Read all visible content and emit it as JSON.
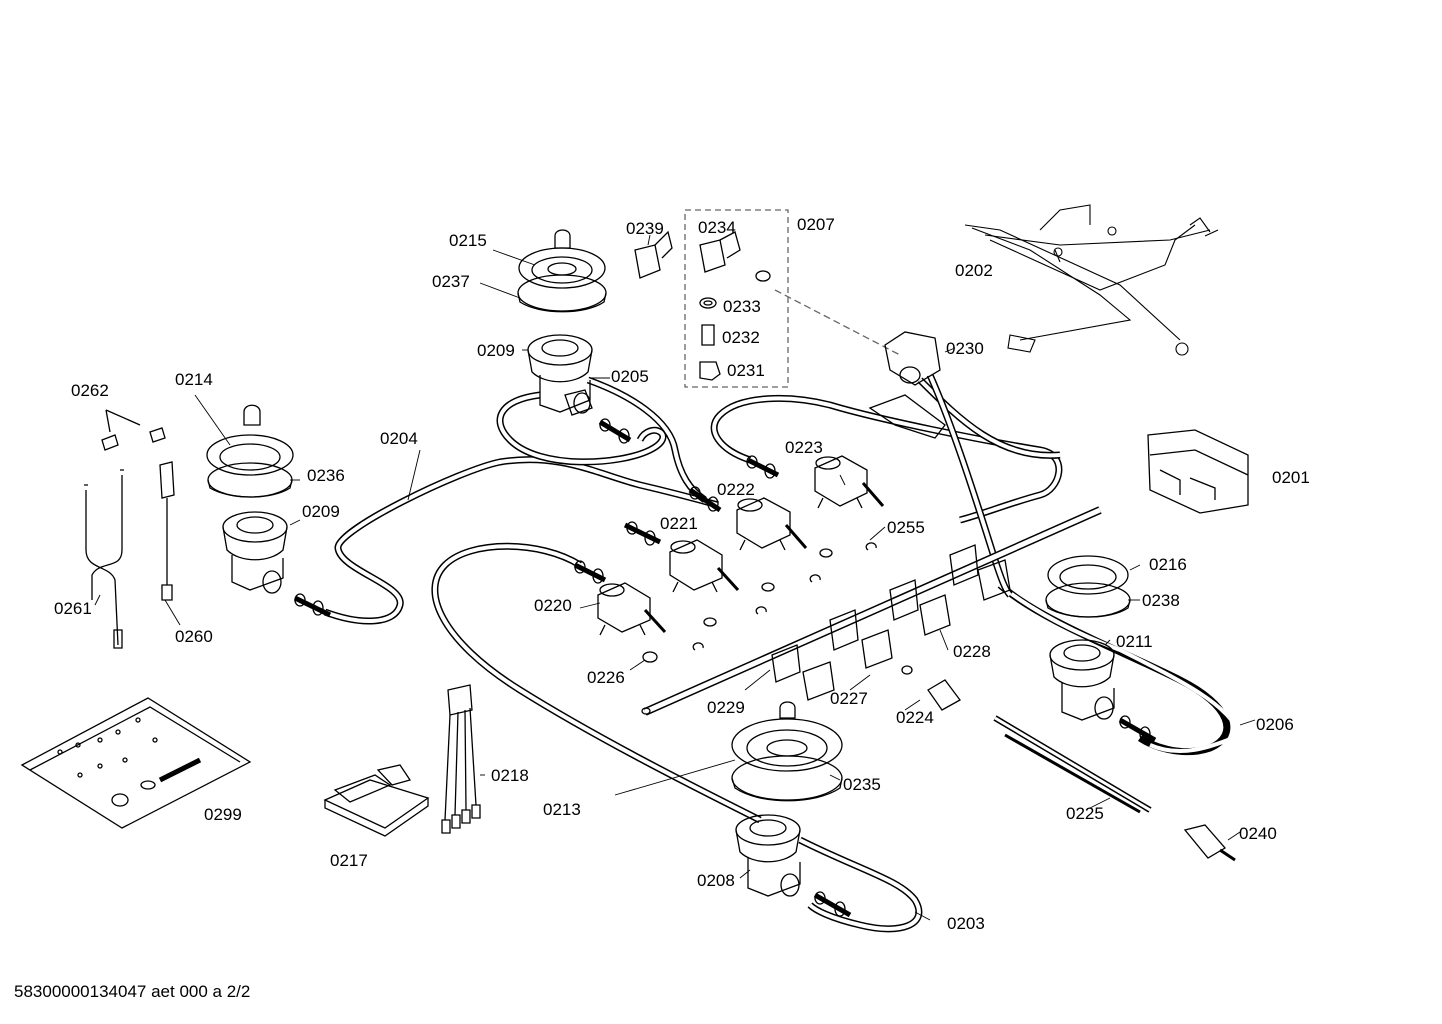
{
  "footer": {
    "code": "58300000134047 aet 000 a 2/2"
  },
  "labels": {
    "p0201": "0201",
    "p0202": "0202",
    "p0203": "0203",
    "p0204": "0204",
    "p0205": "0205",
    "p0206": "0206",
    "p0207": "0207",
    "p0208": "0208",
    "p0209a": "0209",
    "p0209b": "0209",
    "p0211": "0211",
    "p0213": "0213",
    "p0214": "0214",
    "p0215": "0215",
    "p0216": "0216",
    "p0217": "0217",
    "p0218": "0218",
    "p0220": "0220",
    "p0221": "0221",
    "p0222": "0222",
    "p0223": "0223",
    "p0224": "0224",
    "p0225": "0225",
    "p0226": "0226",
    "p0227": "0227",
    "p0228": "0228",
    "p0229": "0229",
    "p0230": "0230",
    "p0231": "0231",
    "p0232": "0232",
    "p0233": "0233",
    "p0234": "0234",
    "p0235": "0235",
    "p0236": "0236",
    "p0237": "0237",
    "p0238": "0238",
    "p0239": "0239",
    "p0240": "0240",
    "p0255": "0255",
    "p0260": "0260",
    "p0261": "0261",
    "p0262": "0262",
    "p0299": "0299"
  }
}
